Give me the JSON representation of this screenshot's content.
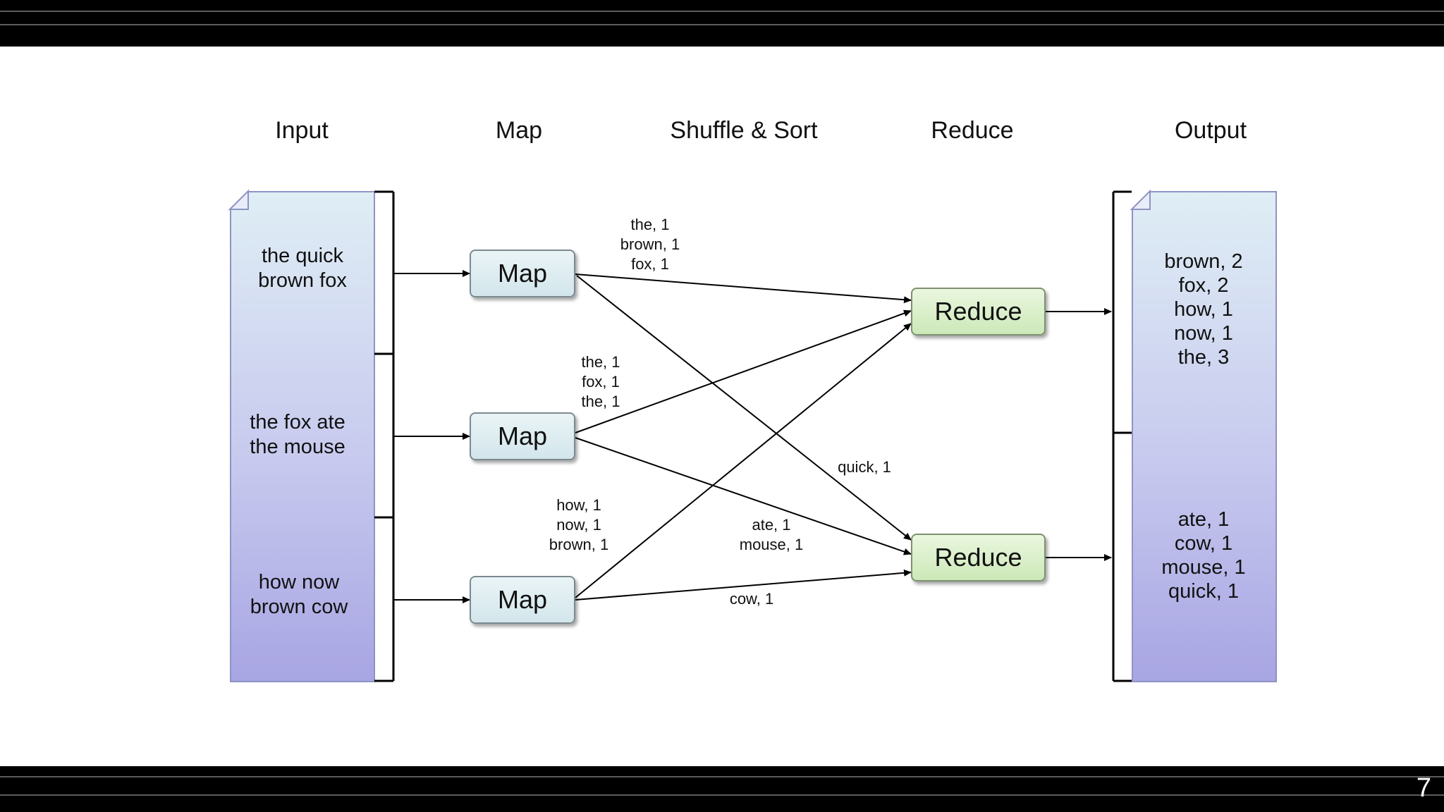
{
  "stages": [
    "Input",
    "Map",
    "Shuffle & Sort",
    "Reduce",
    "Output"
  ],
  "input_splits": [
    [
      "the quick",
      "brown fox"
    ],
    [
      "the fox ate",
      "the mouse"
    ],
    [
      "how now",
      "brown cow"
    ]
  ],
  "map_label": "Map",
  "reduce_label": "Reduce",
  "map_outputs": [
    [
      "the, 1",
      "brown, 1",
      "fox, 1"
    ],
    [
      "the, 1",
      "fox, 1",
      "the, 1"
    ],
    [
      "how, 1",
      "now, 1",
      "brown, 1"
    ]
  ],
  "shuffle_labels": {
    "quick": "quick, 1",
    "ate_mouse": [
      "ate, 1",
      "mouse, 1"
    ],
    "cow": "cow, 1"
  },
  "outputs": [
    [
      "brown, 2",
      "fox, 2",
      "how, 1",
      "now, 1",
      "the, 3"
    ],
    [
      "ate, 1",
      "cow, 1",
      "mouse, 1",
      "quick, 1"
    ]
  ],
  "page_number": "7",
  "colors": {
    "doc_top": "#dfeef5",
    "doc_bottom": "#a8a5e3",
    "map_box": "#d3e6ec",
    "reduce_box": "#cce8b8"
  }
}
